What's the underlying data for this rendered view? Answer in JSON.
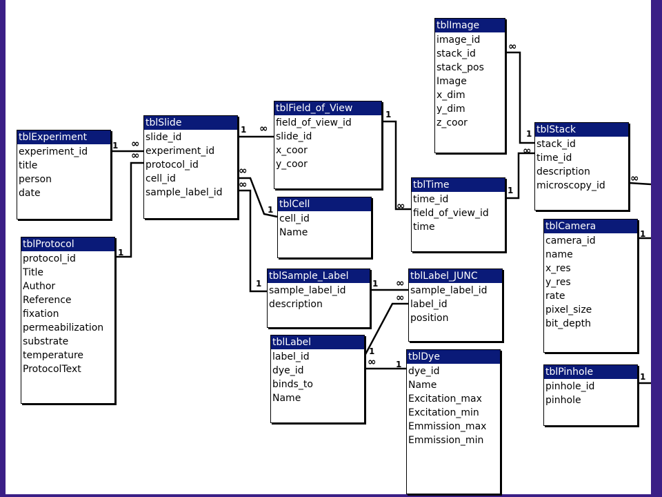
{
  "tables": {
    "experiment": {
      "name": "tblExperiment",
      "fields": [
        "experiment_id",
        "title",
        "person",
        "date"
      ]
    },
    "protocol": {
      "name": "tblProtocol",
      "fields": [
        "protocol_id",
        "Title",
        "Author",
        "Reference",
        "fixation",
        "permeabilization",
        "substrate",
        "temperature",
        "ProtocolText"
      ]
    },
    "slide": {
      "name": "tblSlide",
      "fields": [
        "slide_id",
        "experiment_id",
        "protocol_id",
        "cell_id",
        "sample_label_id"
      ]
    },
    "field_of_view": {
      "name": "tblField_of_View",
      "fields": [
        "field_of_view_id",
        "slide_id",
        "x_coor",
        "y_coor"
      ]
    },
    "cell": {
      "name": "tblCell",
      "fields": [
        "cell_id",
        "Name"
      ]
    },
    "image": {
      "name": "tblImage",
      "fields": [
        "image_id",
        "stack_id",
        "stack_pos",
        "Image",
        "x_dim",
        "y_dim",
        "z_coor"
      ]
    },
    "time": {
      "name": "tblTime",
      "fields": [
        "time_id",
        "field_of_view_id",
        "time"
      ]
    },
    "stack": {
      "name": "tblStack",
      "fields": [
        "stack_id",
        "time_id",
        "description",
        "microscopy_id"
      ]
    },
    "camera": {
      "name": "tblCamera",
      "fields": [
        "camera_id",
        "name",
        "x_res",
        "y_res",
        "rate",
        "pixel_size",
        "bit_depth"
      ]
    },
    "pinhole": {
      "name": "tblPinhole",
      "fields": [
        "pinhole_id",
        "pinhole"
      ]
    },
    "sample_label": {
      "name": "tblSample_Label",
      "fields": [
        "sample_label_id",
        "description"
      ]
    },
    "label_junc": {
      "name": "tblLabel_JUNC",
      "fields": [
        "sample_label_id",
        "label_id",
        "position"
      ]
    },
    "label": {
      "name": "tblLabel",
      "fields": [
        "label_id",
        "dye_id",
        "binds_to",
        "Name"
      ]
    },
    "dye": {
      "name": "tblDye",
      "fields": [
        "dye_id",
        "Name",
        "Excitation_max",
        "Excitation_min",
        "Emmission_max",
        "Emmission_min"
      ]
    }
  },
  "cardinality": {
    "one": "1",
    "many": "∞"
  }
}
